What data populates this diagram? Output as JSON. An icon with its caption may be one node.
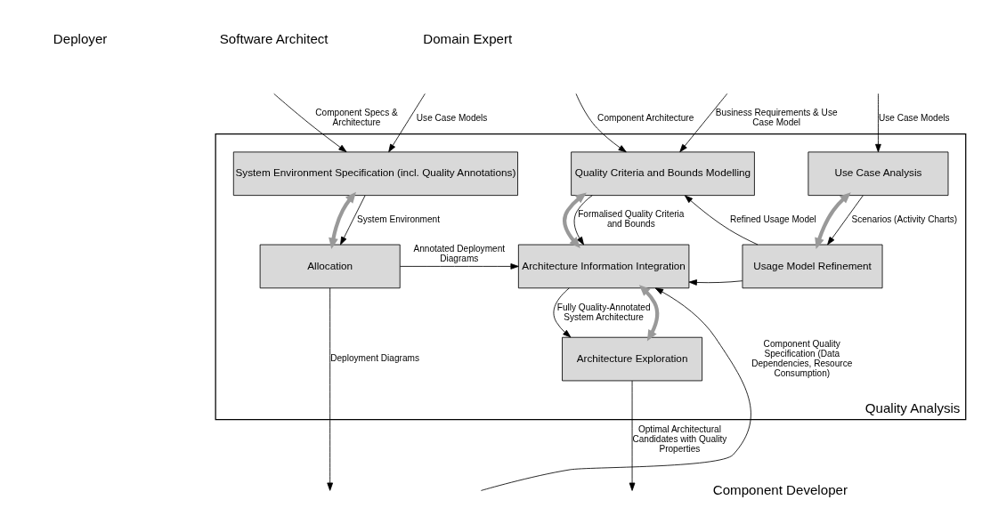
{
  "diagram": {
    "nodes": [
      {
        "text": [
          "Quality Analysis"
        ]
      },
      {
        "text": [
          "System Environment Specification (incl. Quality Annotations)"
        ],
        "in": 0
      },
      {
        "text": [
          "Allocation"
        ],
        "in": 0
      },
      {
        "text": [
          "Quality Criteria and Bounds Modelling"
        ],
        "in": 0
      },
      {
        "text": [
          "Architecture Information Integration"
        ],
        "in": 0
      },
      {
        "text": [
          "Architecture Exploration"
        ],
        "in": 0
      },
      {
        "text": [
          "Use Case Analysis"
        ],
        "in": 0
      },
      {
        "text": [
          "Usage Model Refinement"
        ],
        "in": 0
      }
    ],
    "edges": [
      {
        "from": null,
        "to": 1,
        "arrow": "to",
        "label": "Component Specs & Architecture"
      },
      {
        "from": null,
        "to": 1,
        "arrow": "to",
        "label": "Use Case Models"
      },
      {
        "from": null,
        "to": 3,
        "arrow": "to",
        "label": "Component Architecture"
      },
      {
        "from": null,
        "to": 3,
        "arrow": "to",
        "label": "Business Requirements & Use Case Model"
      },
      {
        "from": null,
        "to": 6,
        "arrow": "to",
        "label": "Use Case Models"
      },
      {
        "from": 1,
        "to": 2,
        "arrow": "to",
        "label": "System Environment"
      },
      {
        "from": 1,
        "to": 2,
        "arrow": "both",
        "style": "thick",
        "color": "#999999"
      },
      {
        "from": 3,
        "to": 4,
        "arrow": "to",
        "label": "Formalised Quality Criteria and Bounds"
      },
      {
        "from": 3,
        "to": 4,
        "arrow": "both",
        "style": "thick",
        "color": "#999999"
      },
      {
        "from": 2,
        "to": 4,
        "arrow": "to",
        "label": "Annotated Deployment Diagrams"
      },
      {
        "from": null,
        "to": 4,
        "arrow": "to",
        "label": "Component Quality Specification (Data Dependencies, Resource Consumption)"
      },
      {
        "from": 7,
        "to": 4,
        "arrow": "to"
      },
      {
        "from": 7,
        "to": 3,
        "arrow": "to",
        "label": "Refined Usage Model"
      },
      {
        "from": 4,
        "to": 5,
        "arrow": "to",
        "label": "Fully Quality-Annotated System Architecture"
      },
      {
        "from": 4,
        "to": 5,
        "arrow": "both",
        "style": "thick",
        "color": "#999999"
      },
      {
        "from": 6,
        "to": 7,
        "arrow": "to",
        "label": "Scenarios (Activity Charts)"
      },
      {
        "from": 6,
        "to": 7,
        "arrow": "both",
        "style": "thick",
        "color": "#999999"
      },
      {
        "from": 5,
        "to": null,
        "arrow": "to",
        "label": "Optimal Architectural Candidates with Quality Properties"
      },
      {
        "from": 2,
        "to": null,
        "arrow": "to",
        "label": "Deployment Diagrams"
      }
    ],
    "labels": [
      "Deployer",
      "Software Architect",
      "Domain Expert",
      "Component Developer"
    ]
  }
}
